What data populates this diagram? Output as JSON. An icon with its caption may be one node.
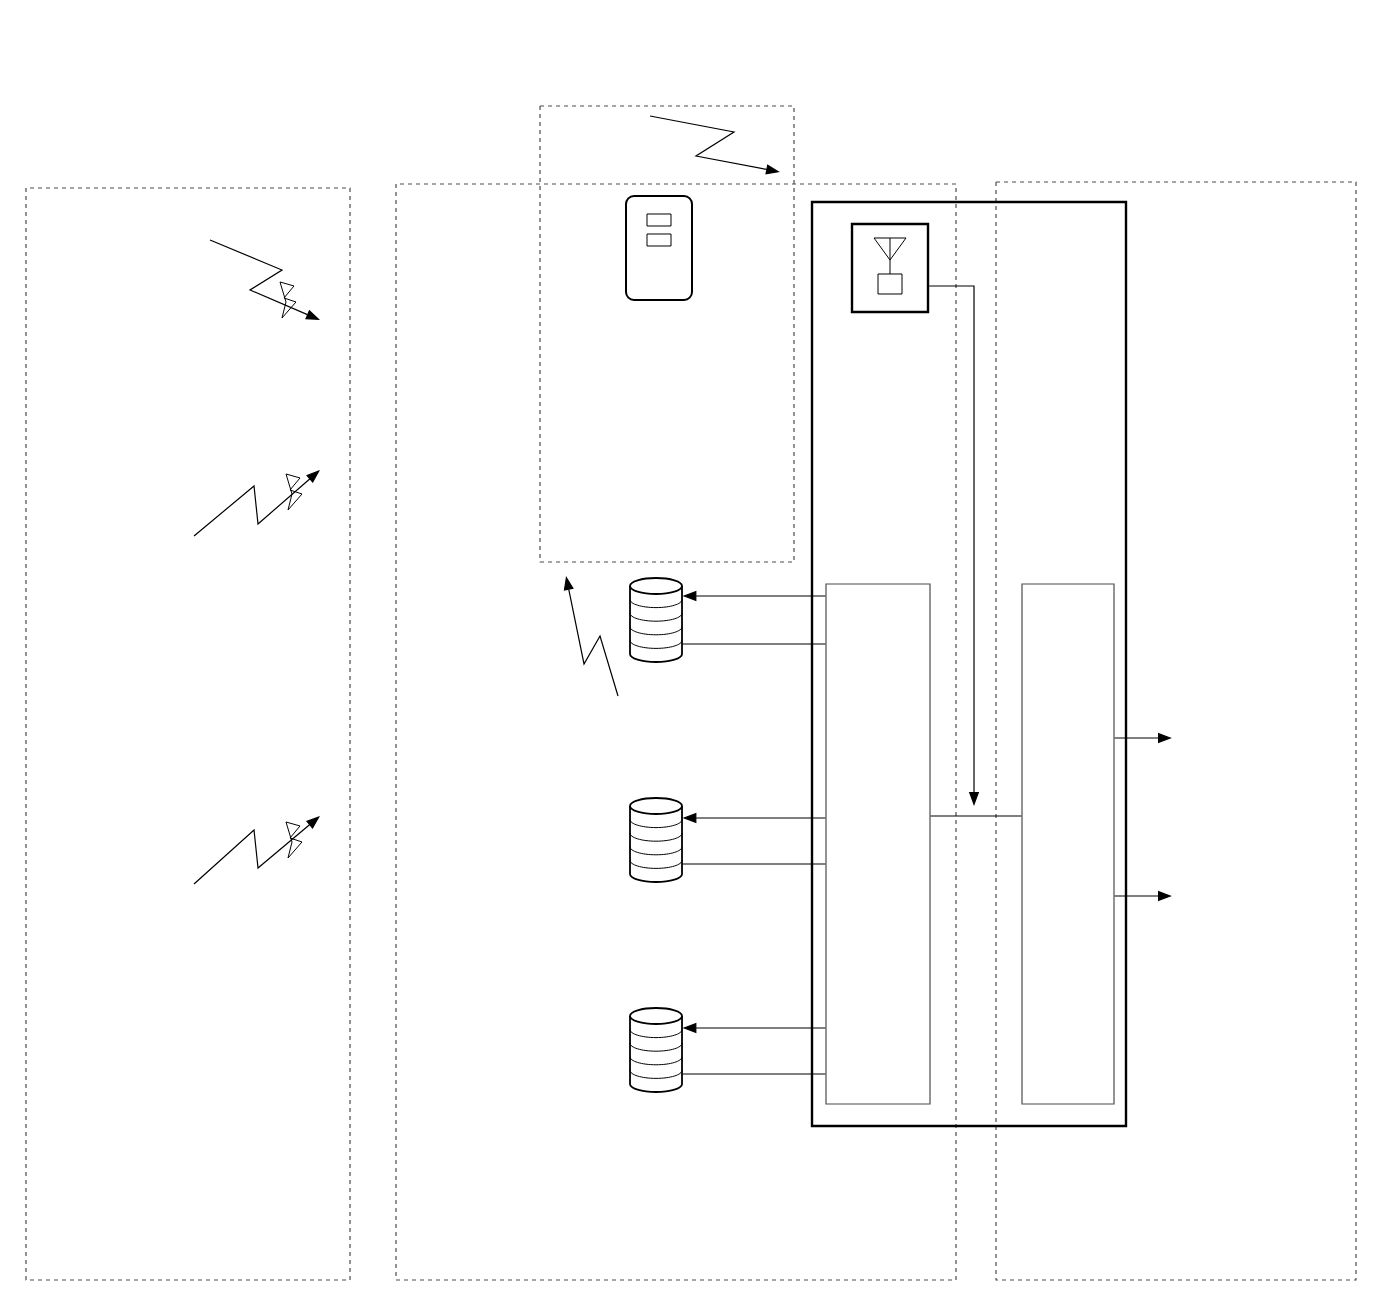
{
  "diagram": {
    "nodes": [
      {
        "text": [],
        "shape": "device"
      },
      {
        "text": [],
        "shape": "box"
      },
      {
        "text": [],
        "shape": "antenna",
        "in": 1
      },
      {
        "text": [],
        "shape": "box",
        "in": 1
      },
      {
        "text": [],
        "shape": "box",
        "in": 1
      },
      {
        "text": [],
        "shape": "cylinder"
      },
      {
        "text": [],
        "shape": "cylinder"
      },
      {
        "text": [],
        "shape": "cylinder"
      }
    ],
    "edges": [
      {
        "from": 3,
        "to": 5,
        "arrow": "to"
      },
      {
        "from": 5,
        "to": 3,
        "arrow": "none"
      },
      {
        "from": 3,
        "to": 6,
        "arrow": "to"
      },
      {
        "from": 6,
        "to": 3,
        "arrow": "none"
      },
      {
        "from": 3,
        "to": 7,
        "arrow": "to"
      },
      {
        "from": 7,
        "to": 3,
        "arrow": "none"
      },
      {
        "from": 2,
        "to": null,
        "arrow": "to"
      },
      {
        "from": 3,
        "to": 4,
        "arrow": "none"
      },
      {
        "from": 4,
        "to": null,
        "arrow": "to"
      },
      {
        "from": 4,
        "to": null,
        "arrow": "to"
      }
    ]
  }
}
